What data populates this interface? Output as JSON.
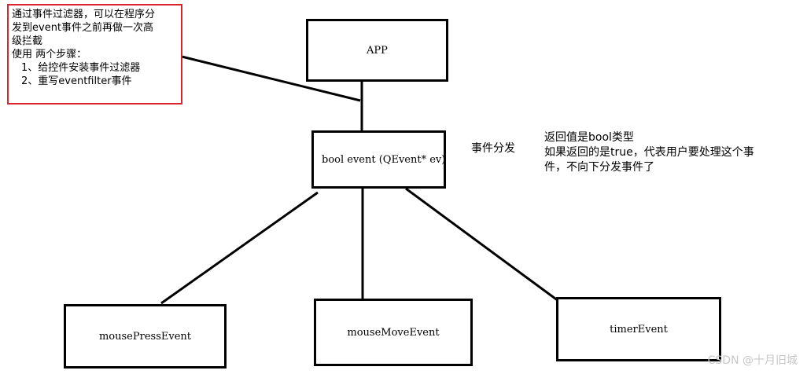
{
  "nodes": {
    "app": "APP",
    "event": "bool event (QEvent* ev)",
    "mouse_press": "mousePressEvent",
    "mouse_move": "mouseMoveEvent",
    "timer": "timerEvent"
  },
  "filter_note": {
    "lines": [
      "通过事件过滤器，可以在程序分",
      "发到event事件之前再做一次高",
      "级拦截",
      "使用 两个步骤："
    ],
    "steps": [
      "1、给控件安装事件过滤器",
      "2、重写eventfilter事件"
    ],
    "border_color": "#d9262e"
  },
  "dispatch_label": "事件分发",
  "return_note": {
    "lines": [
      "返回值是bool类型",
      "如果返回的是true，代表用户要处理这个事",
      "件，不向下分发事件了"
    ]
  },
  "watermark": "CSDN @十月旧城"
}
